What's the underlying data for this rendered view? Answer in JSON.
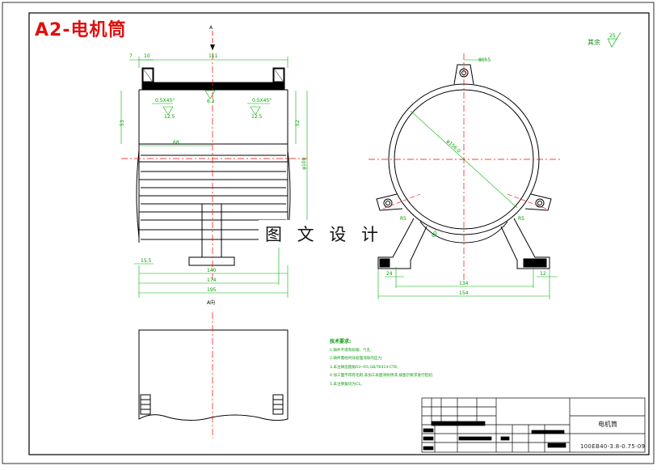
{
  "title": "A2-电机筒",
  "watermark": "图 文 设 计",
  "roughness": {
    "label": "其余",
    "value": "25"
  },
  "section_label": "A",
  "view_label": "A向",
  "technical_notes": {
    "title": "技术要求:",
    "lines": [
      "1.铸件不得有砂眼、气孔;",
      "2.铸件需经时效处理消除内应力;",
      "3.未注铸造圆角R3~R5,GB/T6414-CT8;",
      "4.加工面不得有毛刺,非加工表面涂防锈漆,按图示要求进行检验;",
      "5.未注倒角均为C1。"
    ]
  },
  "title_block": {
    "part_name": "电机筒",
    "drawing_code": "100EB40-3.8-0.75-09"
  },
  "dimensions": {
    "top_width": "111",
    "flange_left": "10",
    "flange_side": "7",
    "chamfer_left": "0.5X45°",
    "chamfer_right": "0.5X45°",
    "rough_a": "12.5",
    "rough_b": "12.5",
    "rough_c": "6.3",
    "left_side": "53",
    "right_side": "52",
    "half_width": "68",
    "height_label": "φ100",
    "bottom_140": "140",
    "bottom_174": "174",
    "bottom_195": "195",
    "left_base": "15.5",
    "diameter": "φ156.0",
    "lug_top": "80h5",
    "right_base_134": "134",
    "right_base_154": "154",
    "lug_left": "R5",
    "lug_right": "R5",
    "right_small": "12",
    "left_small": "24",
    "angle_a": "60°"
  },
  "colors": {
    "outline": "#000000",
    "center_line": "#ff0000",
    "dimension": "#00b000",
    "title": "#e01010"
  }
}
